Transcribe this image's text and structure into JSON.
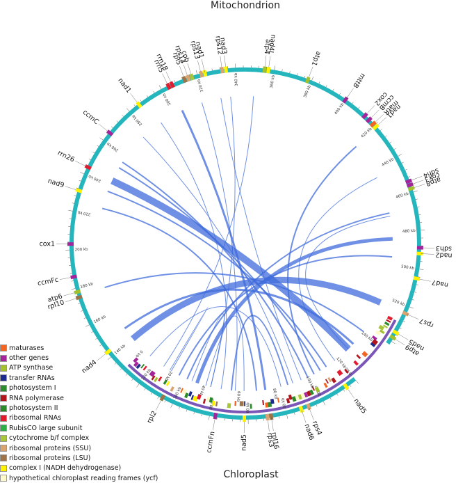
{
  "titles": {
    "top": "Mitochondrion",
    "bottom": "Chloroplast"
  },
  "colors": {
    "mito_ring": "#25b6bd",
    "chloro_ring": "#7a57b7",
    "link": "#3f6bdb"
  },
  "legend": [
    {
      "label": "maturases",
      "color": "#f26522"
    },
    {
      "label": "other genes",
      "color": "#a3249b"
    },
    {
      "label": "ATP synthase",
      "color": "#a3c02d"
    },
    {
      "label": "transfer RNAs",
      "color": "#1d2c8c"
    },
    {
      "label": "photosystem I",
      "color": "#2e8b2e"
    },
    {
      "label": "RNA polymerase",
      "color": "#b0151d"
    },
    {
      "label": "photosystem II",
      "color": "#2a8a2a"
    },
    {
      "label": "ribosomal RNAs",
      "color": "#e21b2e"
    },
    {
      "label": "RubisCO large subunit",
      "color": "#2fae48"
    },
    {
      "label": "cytochrome b/f complex",
      "color": "#a8c63a"
    },
    {
      "label": "ribosomal proteins (SSU)",
      "color": "#d9a46f"
    },
    {
      "label": "ribosomal proteins (LSU)",
      "color": "#9c7447"
    },
    {
      "label": "complex I (NADH dehydrogenase)",
      "color": "#fff200"
    },
    {
      "label": "hypothetical chloroplast reading frames (ycf)",
      "color": "#fff8c8"
    }
  ],
  "chart_data": {
    "type": "circos",
    "mitochondrion": {
      "title": "Mitochondrion",
      "ticks_kb": [
        0,
        20,
        40,
        60,
        80,
        100,
        120,
        140,
        160,
        180,
        200,
        220,
        240,
        260,
        280,
        300,
        320,
        340,
        360,
        380,
        400,
        420,
        440,
        460,
        480,
        500,
        520
      ],
      "genes": [
        {
          "name": "nad5",
          "kb": 6,
          "category": "complex I (NADH dehydrogenase)"
        },
        {
          "name": "rps4",
          "kb": 28,
          "category": "ribosomal proteins (SSU)"
        },
        {
          "name": "nad6",
          "kb": 32,
          "category": "complex I (NADH dehydrogenase)"
        },
        {
          "name": "rpl16",
          "kb": 48,
          "category": "ribosomal proteins (LSU)"
        },
        {
          "name": "rps3",
          "kb": 50,
          "category": "ribosomal proteins (SSU)"
        },
        {
          "name": "nad5",
          "kb": 62,
          "category": "complex I (NADH dehydrogenase)"
        },
        {
          "name": "ccmFn",
          "kb": 77,
          "category": "other genes"
        },
        {
          "name": "rpl2",
          "kb": 106,
          "category": "ribosomal proteins (LSU)"
        },
        {
          "name": "nad4",
          "kb": 143,
          "category": "complex I (NADH dehydrogenase)"
        },
        {
          "name": "rpl10",
          "kb": 175,
          "category": "ribosomal proteins (LSU)"
        },
        {
          "name": "atp6",
          "kb": 178,
          "category": "ATP synthase"
        },
        {
          "name": "ccmFc",
          "kb": 186,
          "category": "other genes"
        },
        {
          "name": "cox1",
          "kb": 203,
          "category": "other genes"
        },
        {
          "name": "nad9",
          "kb": 231,
          "category": "complex I (NADH dehydrogenase)"
        },
        {
          "name": "rrn26",
          "kb": 244,
          "category": "ribosomal RNAs"
        },
        {
          "name": "ccmC",
          "kb": 265,
          "category": "other genes"
        },
        {
          "name": "nad1",
          "kb": 286,
          "category": "complex I (NADH dehydrogenase)"
        },
        {
          "name": "rrn5",
          "kb": 304,
          "category": "ribosomal RNAs"
        },
        {
          "name": "rrn18",
          "kb": 306,
          "category": "ribosomal RNAs"
        },
        {
          "name": "rpl5",
          "kb": 313,
          "category": "ribosomal proteins (LSU)"
        },
        {
          "name": "rps14",
          "kb": 315,
          "category": "ribosomal proteins (SSU)"
        },
        {
          "name": "cob",
          "kb": 317,
          "category": "cytochrome b/f complex"
        },
        {
          "name": "rps13",
          "kb": 322,
          "category": "ribosomal proteins (SSU)"
        },
        {
          "name": "nad1",
          "kb": 324,
          "category": "complex I (NADH dehydrogenase)"
        },
        {
          "name": "rps12",
          "kb": 333,
          "category": "ribosomal proteins (SSU)"
        },
        {
          "name": "nad3",
          "kb": 335,
          "category": "complex I (NADH dehydrogenase)"
        },
        {
          "name": "atp4",
          "kb": 355,
          "category": "ATP synthase"
        },
        {
          "name": "nad4L",
          "kb": 357,
          "category": "complex I (NADH dehydrogenase)"
        },
        {
          "name": "atp1",
          "kb": 378,
          "category": "ATP synthase"
        },
        {
          "name": "mttB",
          "kb": 400,
          "category": "other genes"
        },
        {
          "name": "cox2",
          "kb": 413,
          "category": "other genes"
        },
        {
          "name": "ccmB",
          "kb": 416,
          "category": "other genes"
        },
        {
          "name": "matR",
          "kb": 419,
          "category": "maturases"
        },
        {
          "name": "nad1",
          "kb": 421,
          "category": "complex I (NADH dehydrogenase)"
        },
        {
          "name": "sdh4",
          "kb": 454,
          "category": "other genes"
        },
        {
          "name": "cox3",
          "kb": 456,
          "category": "other genes"
        },
        {
          "name": "atp8",
          "kb": 458,
          "category": "ATP synthase"
        },
        {
          "name": "sdh3",
          "kb": 489,
          "category": "other genes"
        },
        {
          "name": "nad2",
          "kb": 492,
          "category": "complex I (NADH dehydrogenase)"
        },
        {
          "name": "nad7",
          "kb": 505,
          "category": "complex I (NADH dehydrogenase)"
        },
        {
          "name": "rps7",
          "kb": 524,
          "category": "ribosomal proteins (SSU)"
        },
        {
          "name": "nad5",
          "kb": 535,
          "category": "complex I (NADH dehydrogenase)"
        },
        {
          "name": "atp9",
          "kb": 538,
          "category": "ATP synthase"
        }
      ]
    },
    "chloroplast": {
      "title": "Chloroplast",
      "ticks_kb": [
        0,
        20,
        40,
        60,
        80,
        100,
        120,
        140
      ]
    },
    "links": [
      {
        "mito_kb": 140,
        "chloro_kb": 160,
        "weight": 9
      },
      {
        "mito_kb": 148,
        "chloro_kb": 132,
        "weight": 3
      },
      {
        "mito_kb": 176,
        "chloro_kb": 141,
        "weight": 2
      },
      {
        "mito_kb": 243,
        "chloro_kb": 128,
        "weight": 10
      },
      {
        "mito_kb": 236,
        "chloro_kb": 112,
        "weight": 2
      },
      {
        "mito_kb": 252,
        "chloro_kb": 108,
        "weight": 2
      },
      {
        "mito_kb": 256,
        "chloro_kb": 100,
        "weight": 2
      },
      {
        "mito_kb": 276,
        "chloro_kb": 91,
        "weight": 1
      },
      {
        "mito_kb": 290,
        "chloro_kb": 50,
        "weight": 1
      },
      {
        "mito_kb": 305,
        "chloro_kb": 75,
        "weight": 3
      },
      {
        "mito_kb": 318,
        "chloro_kb": 58,
        "weight": 1
      },
      {
        "mito_kb": 336,
        "chloro_kb": 44,
        "weight": 1
      },
      {
        "mito_kb": 422,
        "chloro_kb": 104,
        "weight": 2
      },
      {
        "mito_kb": 468,
        "chloro_kb": 30,
        "weight": 2
      },
      {
        "mito_kb": 470,
        "chloro_kb": 128,
        "weight": 1
      },
      {
        "mito_kb": 484,
        "chloro_kb": 36,
        "weight": 5
      },
      {
        "mito_kb": 495,
        "chloro_kb": 25,
        "weight": 2
      },
      {
        "mito_kb": 86,
        "chloro_kb": 63,
        "weight": 1
      },
      {
        "mito_kb": 70,
        "chloro_kb": 88,
        "weight": 2
      },
      {
        "mito_kb": 110,
        "chloro_kb": 20,
        "weight": 1
      },
      {
        "mito_kb": 125,
        "chloro_kb": 84,
        "weight": 1
      },
      {
        "mito_kb": 225,
        "chloro_kb": 70,
        "weight": 2
      },
      {
        "mito_kb": 330,
        "chloro_kb": 96,
        "weight": 1
      },
      {
        "mito_kb": 350,
        "chloro_kb": 15,
        "weight": 1
      },
      {
        "mito_kb": 445,
        "chloro_kb": 118,
        "weight": 1
      },
      {
        "mito_kb": 95,
        "chloro_kb": 44,
        "weight": 1
      }
    ]
  }
}
